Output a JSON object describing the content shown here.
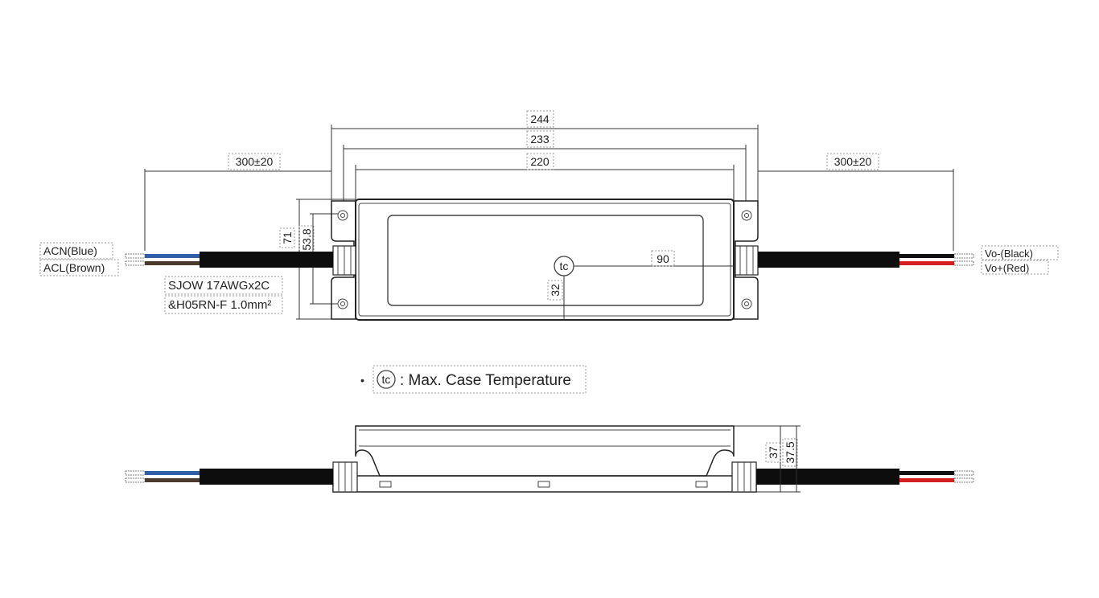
{
  "dimensions": {
    "total_length": "244",
    "mount_length": "233",
    "body_length": "220",
    "cable_left": "300±20",
    "cable_right": "300±20",
    "height_total": "71",
    "height_mount": "53.8",
    "tc_x": "90",
    "tc_y": "32",
    "side_height_a": "37",
    "side_height_b": "37.5"
  },
  "wires": {
    "acn": "ACN(Blue)",
    "acl": "ACL(Brown)",
    "vo_neg": "Vo-(Black)",
    "vo_pos": "Vo+(Red)",
    "cable_spec_1": "SJOW 17AWGx2C",
    "cable_spec_2": "&H05RN-F 1.0mm²"
  },
  "tc": {
    "symbol": "tc",
    "bullet": "•",
    "legend": ": Max. Case Temperature"
  },
  "colors": {
    "blue_wire": "#2f5fa8",
    "brown_wire": "#4a3a2e",
    "black_wire": "#111111",
    "red_wire": "#d42020",
    "cable_black": "#0d0d0d",
    "case_dark": "#1e1e1e"
  }
}
